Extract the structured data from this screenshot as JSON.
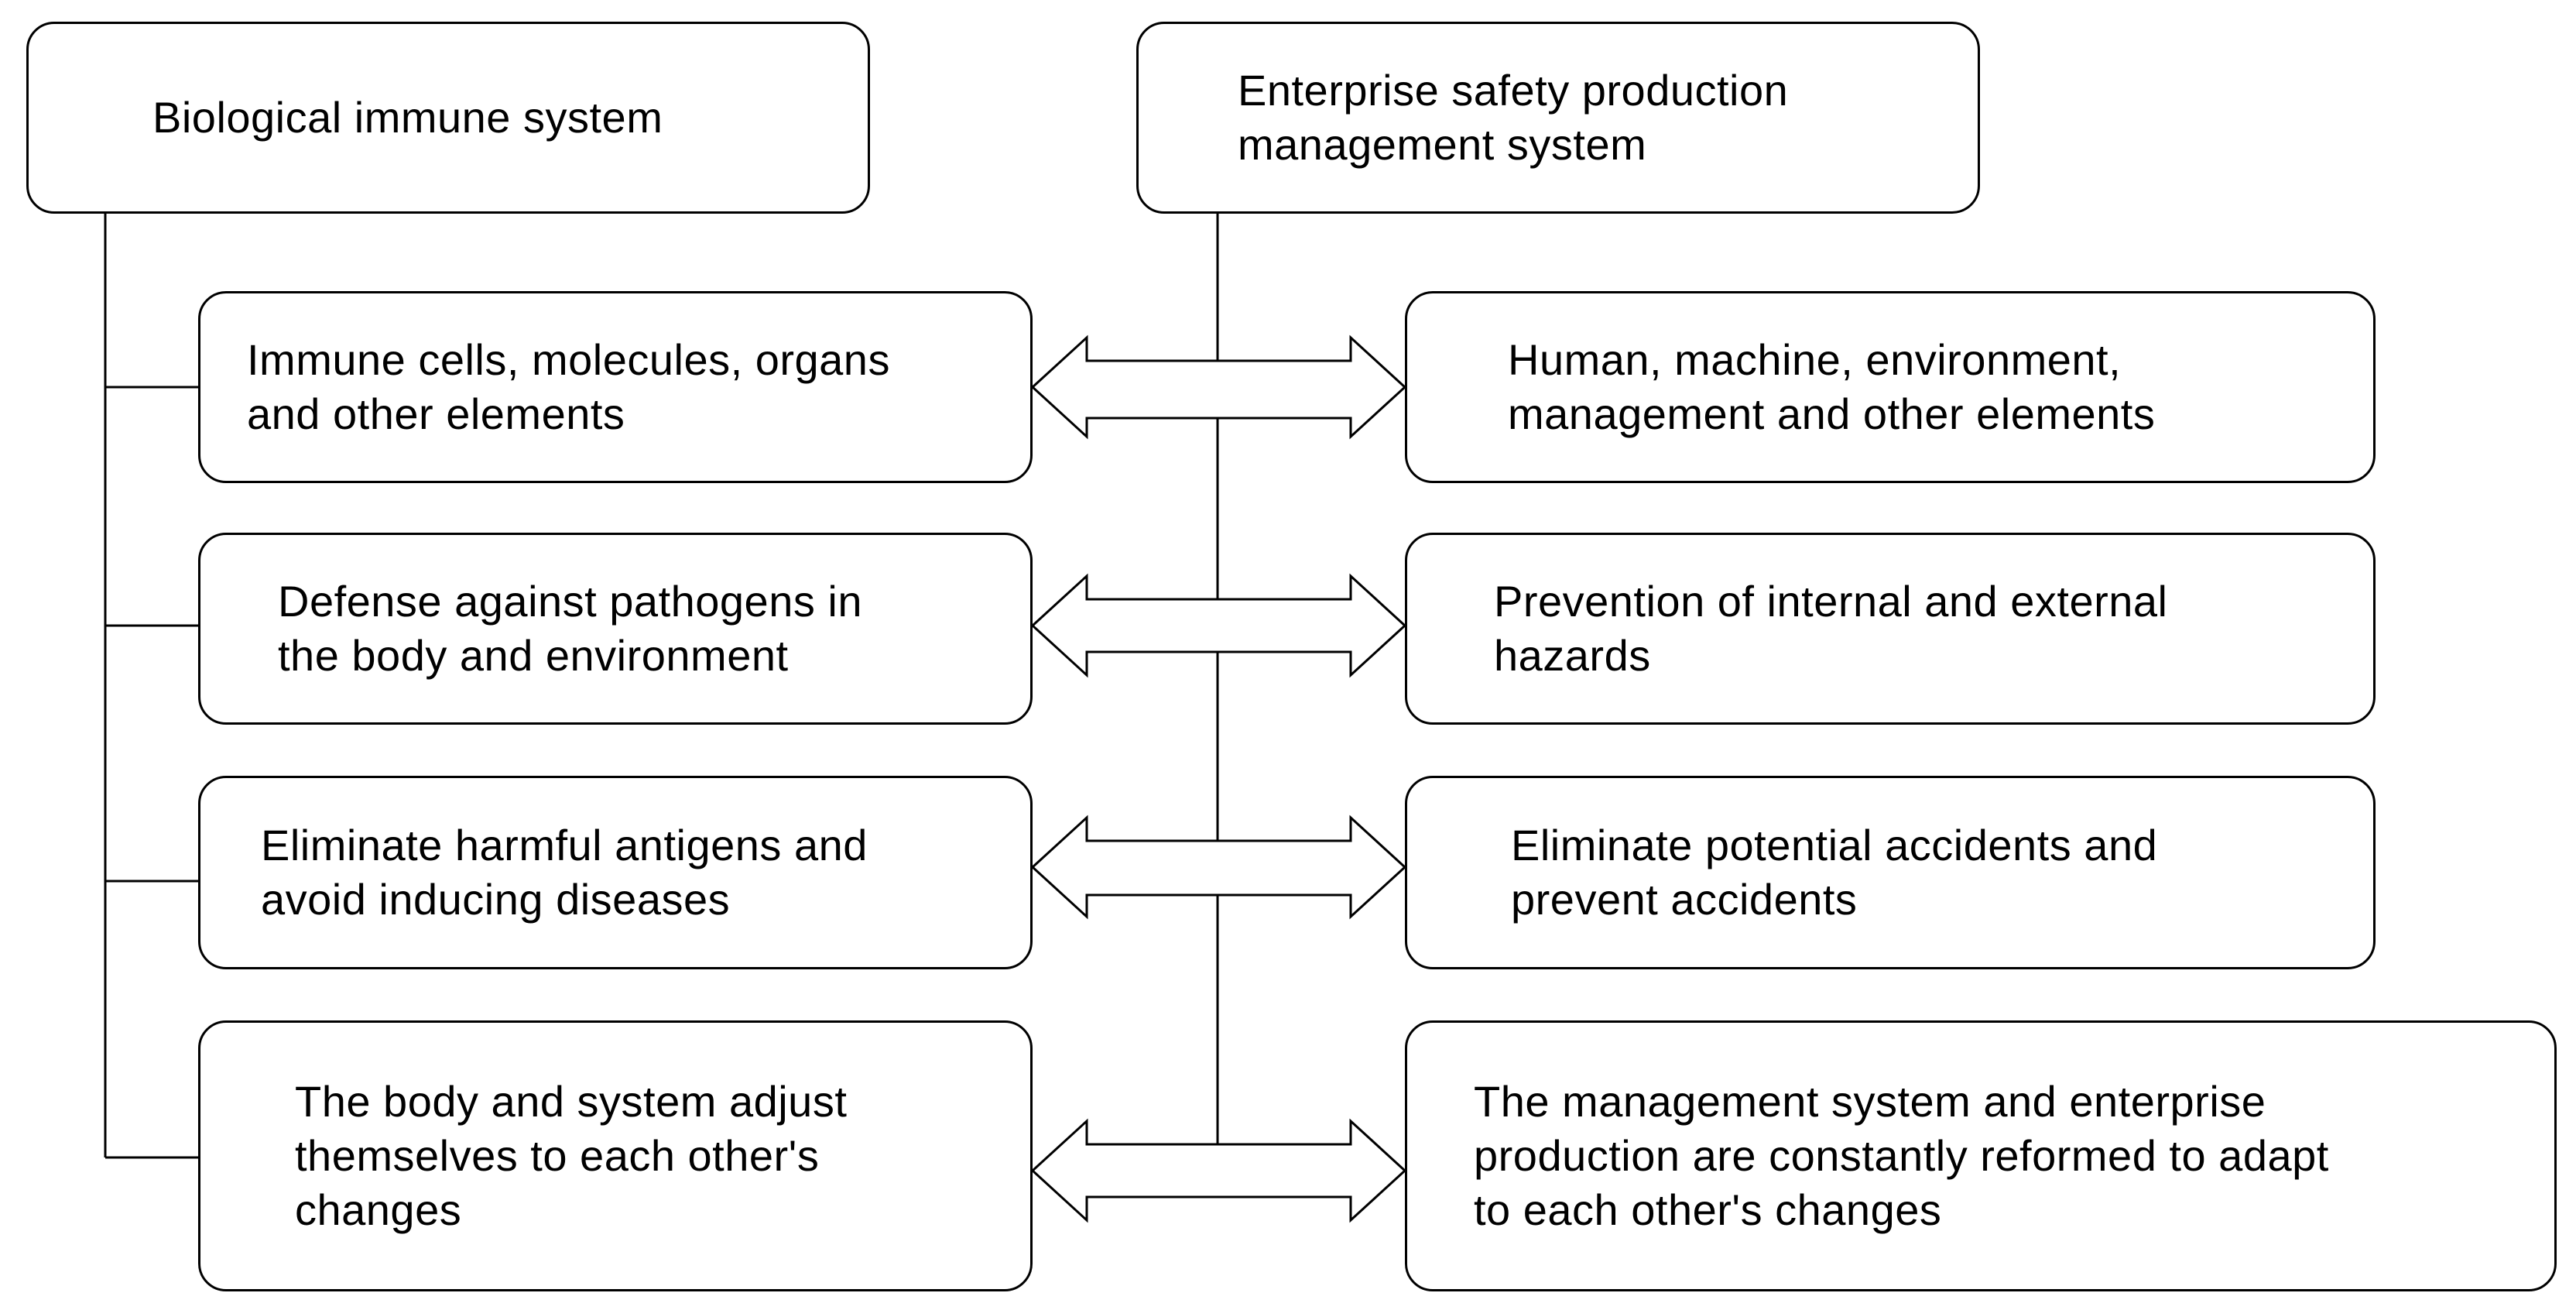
{
  "diagram": {
    "left_header": {
      "text": "Biological immune system"
    },
    "right_header": {
      "text": "Enterprise safety production\nmanagement system"
    },
    "rows": [
      {
        "left": "Immune cells, molecules, organs\nand other elements",
        "right": "Human, machine, environment,\nmanagement and other elements"
      },
      {
        "left": "Defense against pathogens in\nthe body and environment",
        "right": "Prevention of internal and external\nhazards"
      },
      {
        "left": "Eliminate harmful antigens and\navoid inducing diseases",
        "right": "Eliminate potential accidents and\nprevent accidents"
      },
      {
        "left": "The body and system adjust\nthemselves to each other's\nchanges",
        "right": "The management system and enterprise\nproduction are constantly reformed to adapt\nto each other's changes"
      }
    ]
  }
}
